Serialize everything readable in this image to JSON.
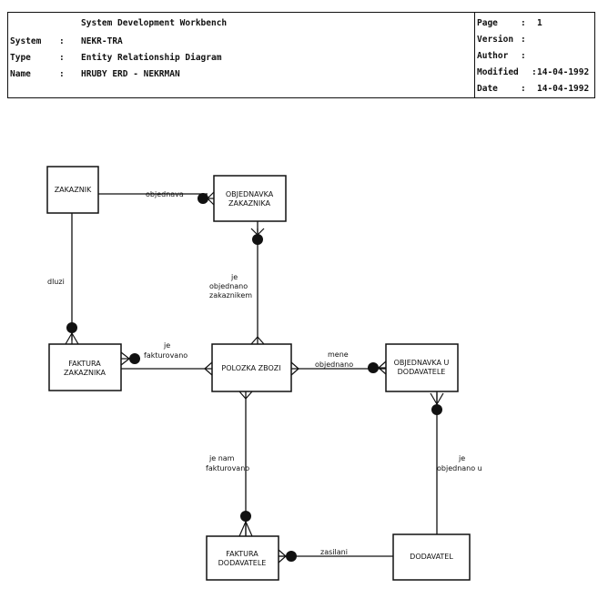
{
  "header": {
    "tool": "System Development Workbench",
    "rows_left": [
      {
        "key": "System",
        "sep": ":",
        "value": "NEKR-TRA"
      },
      {
        "key": "Type",
        "sep": ":",
        "value": "Entity Relationship Diagram"
      },
      {
        "key": "Name",
        "sep": ":",
        "value": "HRUBY ERD - NEKRMAN"
      }
    ],
    "rows_right": [
      {
        "key": "Page",
        "sep": ":",
        "value": "1"
      },
      {
        "key": "Version",
        "sep": ":",
        "value": ""
      },
      {
        "key": "Author",
        "sep": ":",
        "value": ""
      },
      {
        "key": "Modified",
        "sep": ":",
        "value": "14-04-1992"
      },
      {
        "key": "Date",
        "sep": ":",
        "value": "14-04-1992"
      }
    ]
  },
  "entities": [
    {
      "id": "zakaznik",
      "lines": [
        "ZAKAZNIK"
      ]
    },
    {
      "id": "objednavka_zakaznika",
      "lines": [
        "OBJEDNAVKA",
        "ZAKAZNIKA"
      ]
    },
    {
      "id": "faktura_zakaznika",
      "lines": [
        "FAKTURA",
        "ZAKAZNIKA"
      ]
    },
    {
      "id": "polozka_zbozi",
      "lines": [
        "POLOZKA ZBOZI"
      ]
    },
    {
      "id": "objednavka_u_dodavatele",
      "lines": [
        "OBJEDNAVKA U",
        "DODAVATELE"
      ]
    },
    {
      "id": "faktura_dodavatele",
      "lines": [
        "FAKTURA",
        "DODAVATELE"
      ]
    },
    {
      "id": "dodavatel",
      "lines": [
        "DODAVATEL"
      ]
    }
  ],
  "relationships": [
    {
      "id": "objednava",
      "lines": [
        "objednava"
      ]
    },
    {
      "id": "dluzi",
      "lines": [
        "dluzi"
      ]
    },
    {
      "id": "je_objednano_zakaznikem",
      "lines": [
        "je",
        "objednano",
        "zakaznikem"
      ]
    },
    {
      "id": "je_fakturovano",
      "lines": [
        "je",
        "fakturovano"
      ]
    },
    {
      "id": "mene_objednano",
      "lines": [
        "mene",
        "objednano"
      ]
    },
    {
      "id": "je_nam_fakturovano",
      "lines": [
        "je nam",
        "fakturovano"
      ]
    },
    {
      "id": "je_objednano_u",
      "lines": [
        "je",
        "objednano u"
      ]
    },
    {
      "id": "zasilani",
      "lines": [
        "zasilani"
      ]
    }
  ]
}
